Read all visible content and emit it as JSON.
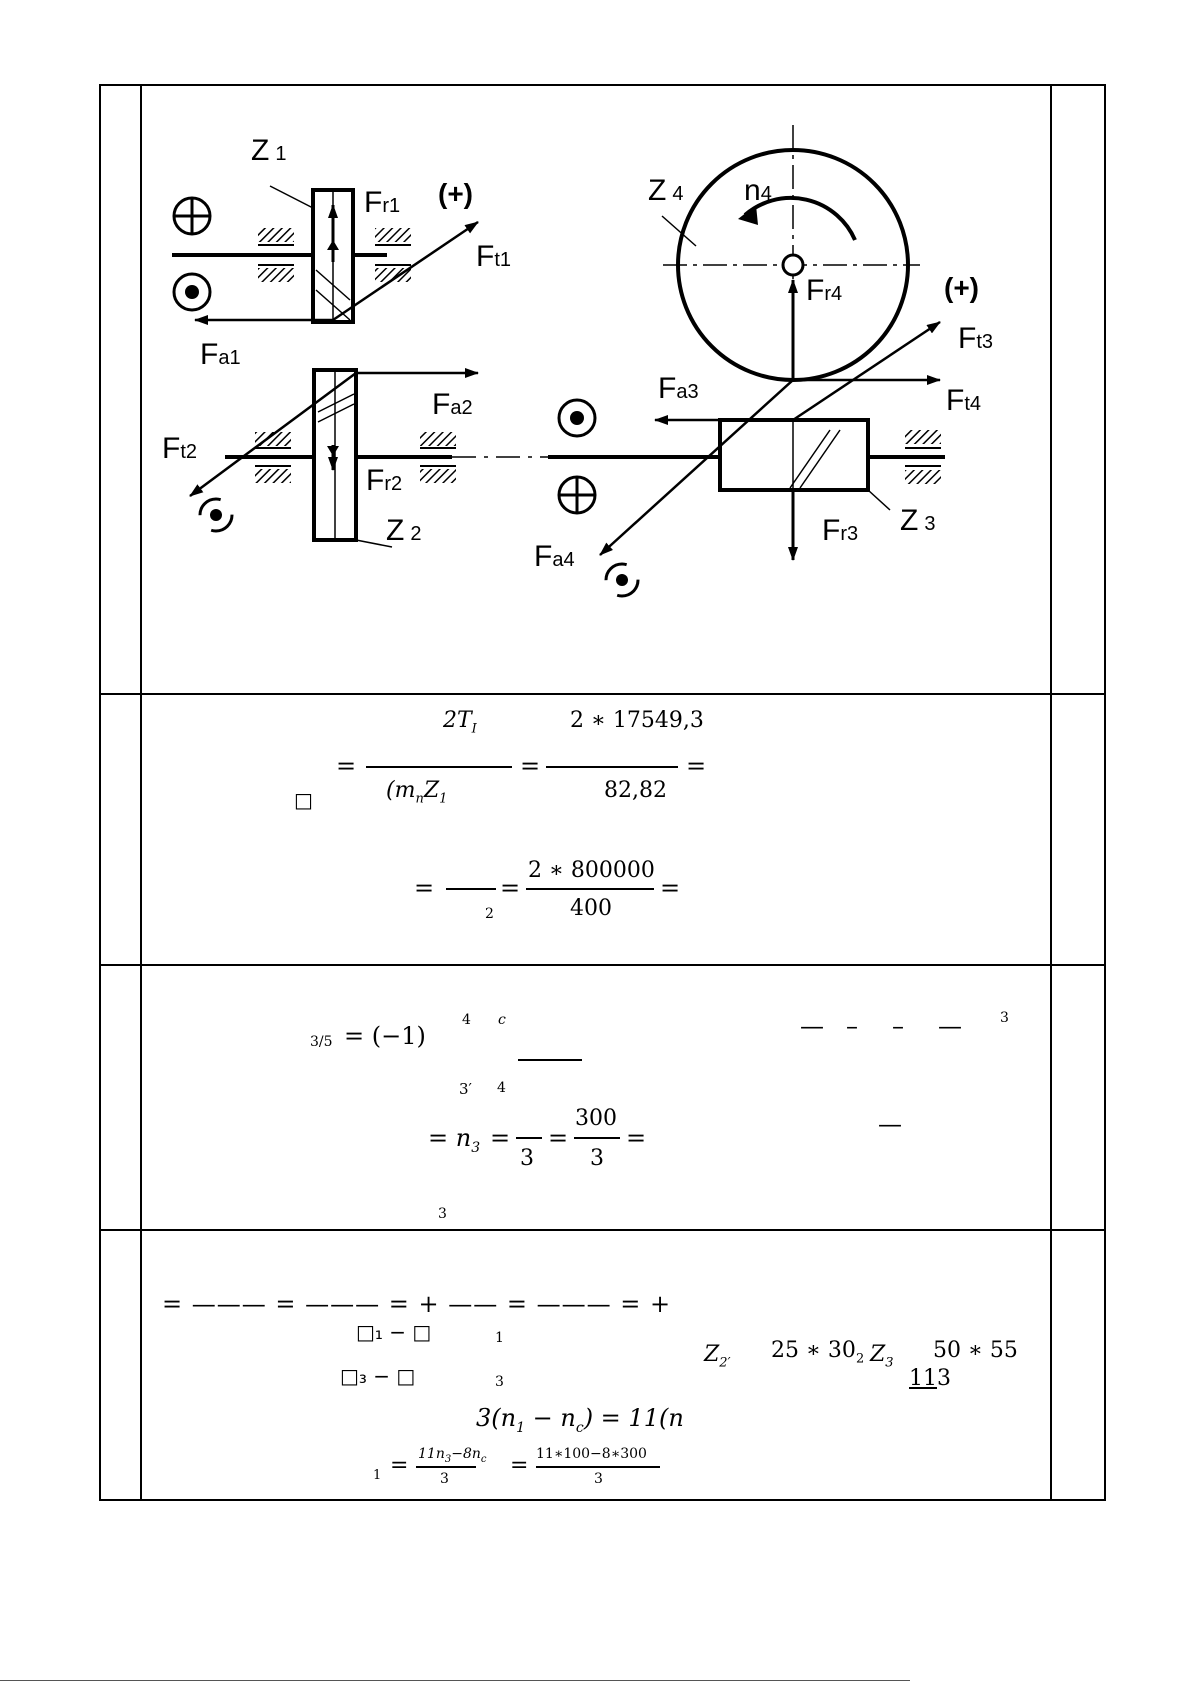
{
  "diagram": {
    "z1": "Z",
    "z1_sub": "1",
    "z2": "Z",
    "z2_sub": "2",
    "z3": "Z",
    "z3_sub": "3",
    "z4": "Z",
    "z4_sub": "4",
    "n4": "n",
    "n4_sub": "4",
    "plus_left": "(+)",
    "plus_right": "(+)",
    "fr1": "F",
    "fr1_sub": "r1",
    "ft1": "F",
    "ft1_sub": "t1",
    "fa1": "F",
    "fa1_sub": "a1",
    "fa2": "F",
    "fa2_sub": "a2",
    "ft2": "F",
    "ft2_sub": "t2",
    "fr2": "F",
    "fr2_sub": "r2",
    "fr4": "F",
    "fr4_sub": "r4",
    "ft3": "F",
    "ft3_sub": "t3",
    "fa3": "F",
    "fa3_sub": "a3",
    "ft4": "F",
    "ft4_sub": "t4",
    "fr3": "F",
    "fr3_sub": "r3",
    "fa4": "F",
    "fa4_sub": "a4"
  },
  "section2": {
    "eq1_num_left": "2T",
    "eq1_num_left_sub": "I",
    "eq1_num_right": "2 ∗ 17549,3",
    "eq1_eq1": "=",
    "eq1_eq2": "=",
    "eq1_eq3": "=",
    "eq1_den_left": "(m",
    "eq1_den_left_sub": "n",
    "eq1_den_left_z": "Z",
    "eq1_den_left_z_sub": "1",
    "eq1_den_right": "82,82",
    "eq1_missing": "□",
    "eq2_eq1": "=",
    "eq2_eq2": "=",
    "eq2_eq3": "=",
    "eq2_sub": "2",
    "eq2_num": "2 ∗ 800000",
    "eq2_den": "400"
  },
  "section3": {
    "sub_35": "3/5",
    "eq_main": "= (−1)",
    "sup_4": "4",
    "sup_c": "c",
    "sub_3prime": "3′",
    "sub_4": "4",
    "dash_a": "—",
    "dash_b": "–",
    "dash_c": "–",
    "dash_d": "—",
    "sup_3_right": "3",
    "line2_eq": "= n",
    "line2_eq_sub": "3",
    "line2_eq2": "=",
    "line2_den3": "3",
    "line2_eq3": "=",
    "line2_num": "300",
    "line2_den": "3",
    "line2_eq4": "=",
    "line2_dash": "—",
    "bottom_sub3": "3"
  },
  "section4": {
    "row1": "= ——— = ——— = + —— = ——— = +",
    "missing_a": "□",
    "missing_a2": "₁ − □",
    "sub_1": "1",
    "missing_b": "□",
    "missing_b2": "₃ − □",
    "sub_3": "3",
    "z2p": "Z",
    "z2p_sub": "2′",
    "mul1": "25 ∗ 30",
    "mul1_sub": "2",
    "z3": "Z",
    "z3_sub": "3",
    "mul2": "50 ∗ 55",
    "eleven": "11",
    "eleven_sub": "3",
    "eq_3n": "3(n",
    "eq_3n_sub1": "1",
    "eq_3n_mid": " − n",
    "eq_3n_subc": "c",
    "eq_3n_right": ") = 11(n",
    "last_sub1": "1",
    "last_eq1": "=",
    "last_num1": "11n",
    "last_num1_sub": "3",
    "last_num1_rest": "−8n",
    "last_num1_subc": "c",
    "last_den1": "3",
    "last_eq2": "=",
    "last_num2": "11∗100−8∗300",
    "last_den2": "3"
  }
}
